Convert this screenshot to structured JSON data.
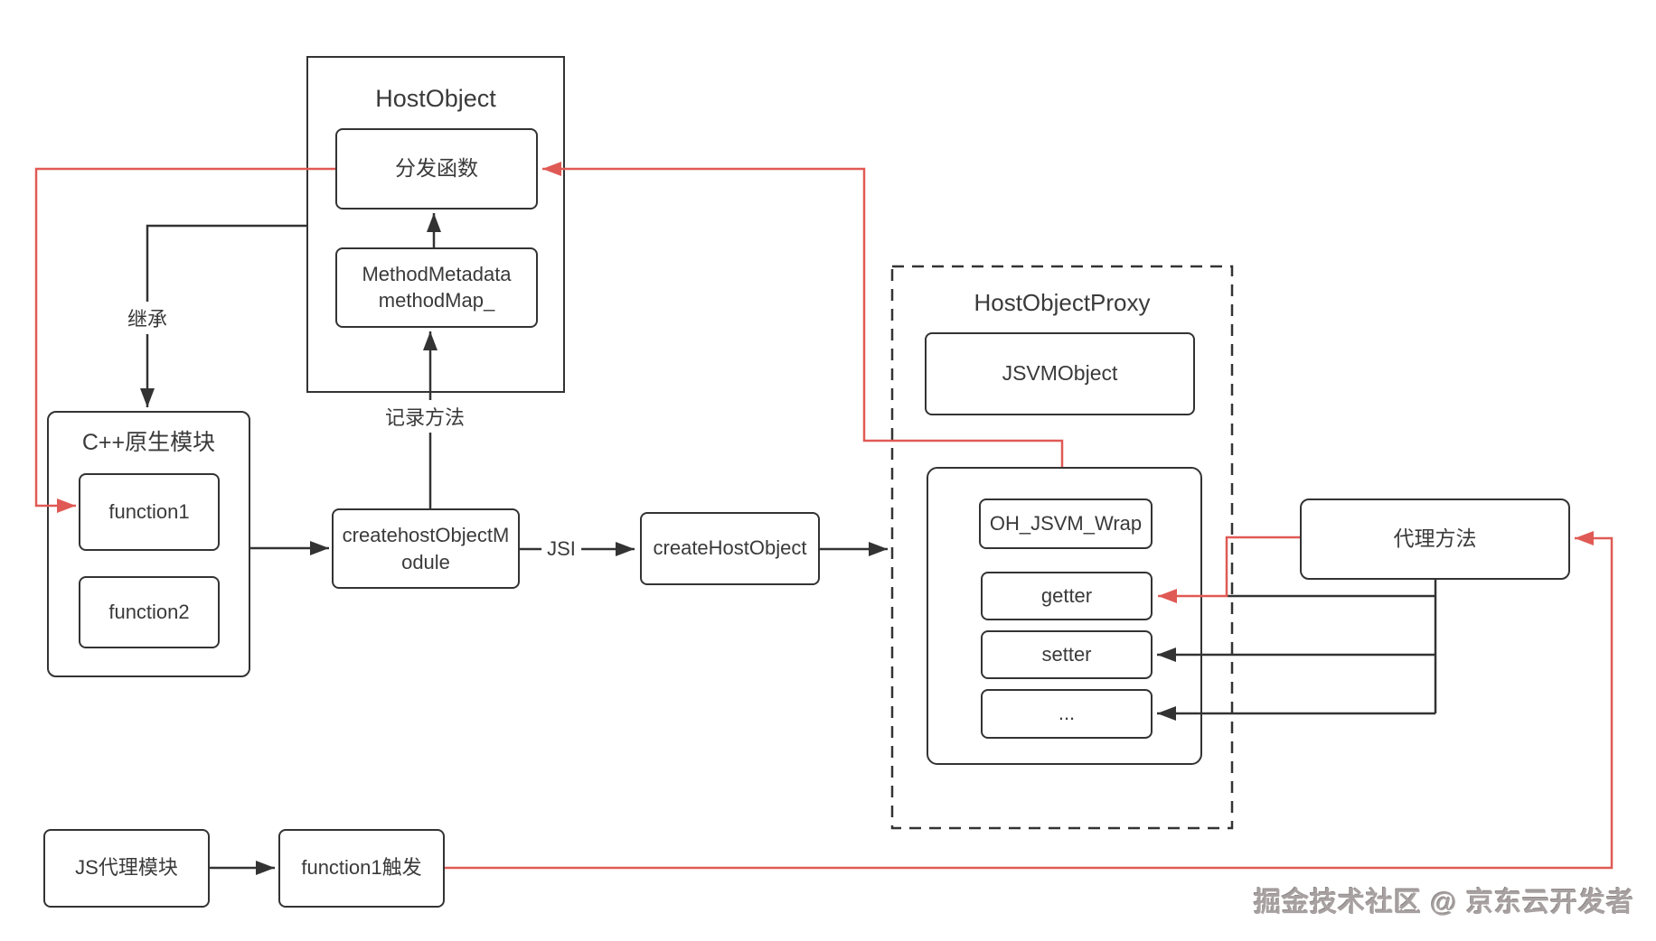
{
  "diagram": {
    "colors": {
      "line": "#333333",
      "accent_red": "#e05a55",
      "text": "#3a3a3a",
      "watermark": "#a8a1a1"
    },
    "host_object": {
      "title": "HostObject",
      "dispatch_function": "分发函数",
      "metadata_line1": "MethodMetadata",
      "metadata_line2": "methodMap_"
    },
    "cpp_module": {
      "title": "C++原生模块",
      "function1": "function1",
      "function2": "function2"
    },
    "labels": {
      "inherit": "继承",
      "record_method": "记录方法",
      "jsi": "JSI"
    },
    "create_host_object_module": "createhostObjectModule",
    "create_host_object": "createHostObject",
    "host_object_proxy": {
      "title": "HostObjectProxy",
      "jsvm_object": "JSVMObject",
      "oh_jsvm_wrap": "OH_JSVM_Wrap",
      "getter": "getter",
      "setter": "setter",
      "more": "..."
    },
    "proxy_method": "代理方法",
    "js_proxy_module": "JS代理模块",
    "function1_trigger": "function1触发",
    "watermark": "掘金技术社区 @ 京东云开发者"
  }
}
